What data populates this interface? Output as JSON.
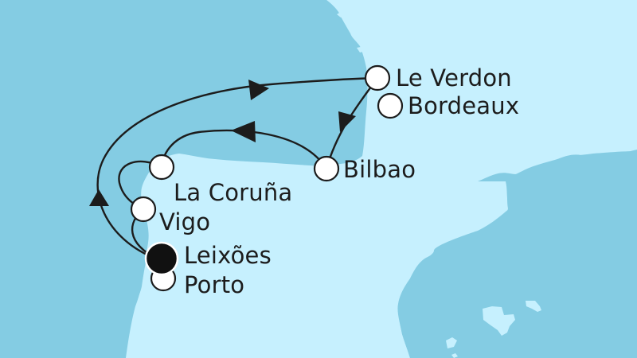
{
  "map": {
    "colors": {
      "sea": "#84cce3",
      "land": "#c6f0fe",
      "route": "#1c1c1c",
      "port_fill": "#ffffff",
      "start_port_fill": "#111111"
    },
    "ports": [
      {
        "name": "Le Verdon",
        "type": "port"
      },
      {
        "name": "Bordeaux",
        "type": "port"
      },
      {
        "name": "Bilbao",
        "type": "port"
      },
      {
        "name": "La Coruña",
        "type": "port"
      },
      {
        "name": "Vigo",
        "type": "port"
      },
      {
        "name": "Leixões",
        "type": "start-end-port"
      },
      {
        "name": "Porto",
        "type": "port"
      }
    ],
    "route_order": [
      "Leixões",
      "Le Verdon",
      "Bilbao",
      "La Coruña",
      "Vigo",
      "Leixões"
    ]
  }
}
